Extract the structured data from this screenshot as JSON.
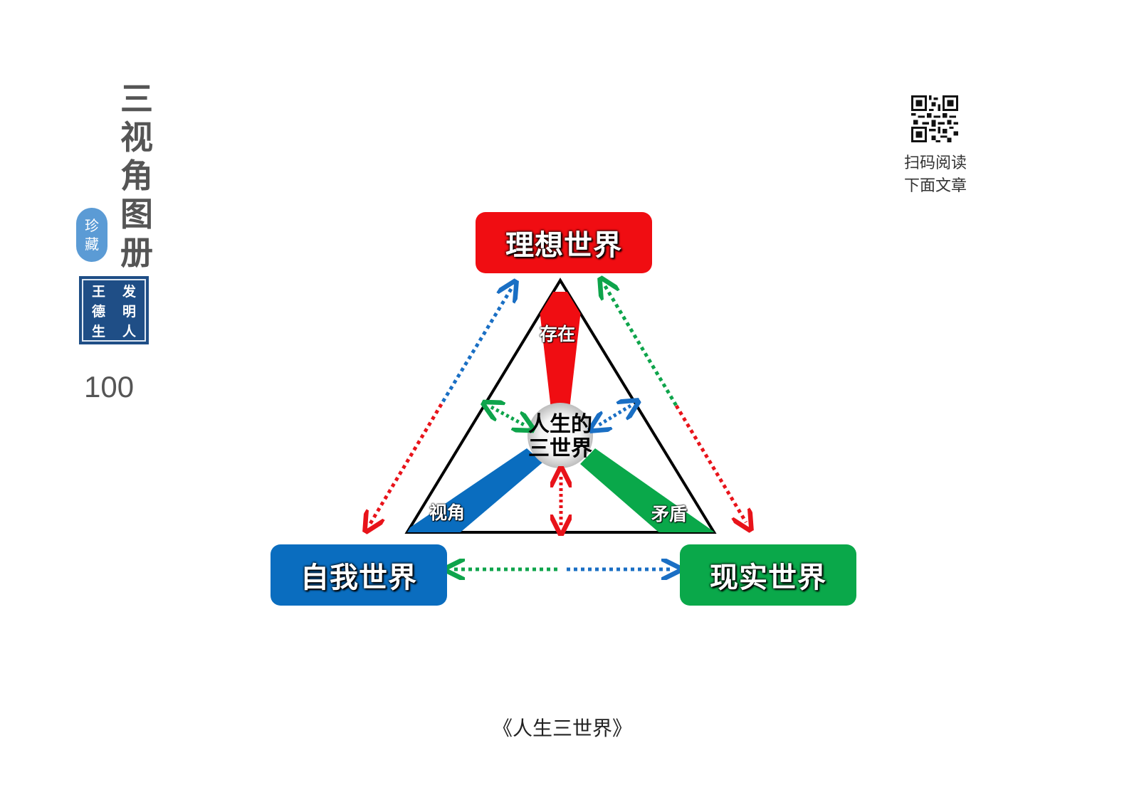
{
  "brand": {
    "title_chars": [
      "三",
      "视",
      "角",
      "图",
      "册"
    ],
    "badge_chars": [
      "珍",
      "藏"
    ],
    "seal_chars": [
      "王",
      "德",
      "生",
      "发",
      "明",
      "人"
    ],
    "page_number": "100"
  },
  "qr": {
    "caption_line1": "扫码阅读",
    "caption_line2": "下面文章"
  },
  "worlds": {
    "ideal": "理想世界",
    "self": "自我世界",
    "real": "现实世界"
  },
  "inner": {
    "existence": "存在",
    "perspective": "视角",
    "contradiction": "矛盾",
    "center_line1": "人生的",
    "center_line2": "三世界"
  },
  "caption": "《人生三世界》",
  "colors": {
    "red": "#f00d12",
    "blue": "#0a6dbf",
    "green": "#0aa84a"
  }
}
